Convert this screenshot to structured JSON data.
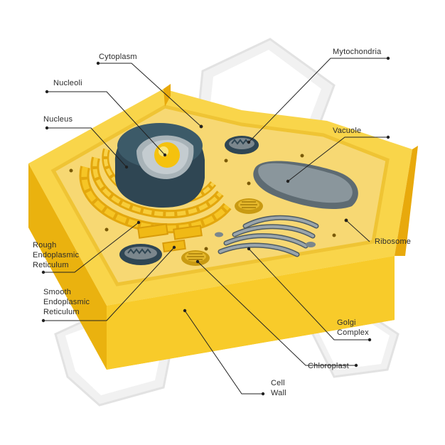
{
  "labels": {
    "cytoplasm": "Cytoplasm",
    "nucleoli": "Nucleoli",
    "nucleus": "Nucleus",
    "rough_er": [
      "Rough",
      "Endoplasmic",
      "Reticulum"
    ],
    "smooth_er": [
      "Smooth",
      "Endoplasmic",
      "Reticulum"
    ],
    "mitochondria": "Mytochondria",
    "vacuole": "Vacuole",
    "ribosome": "Ribosome",
    "golgi": [
      "Golgi",
      "Complex"
    ],
    "chloroplast": "Chloroplast",
    "cell_wall": [
      "Cell",
      "Wall"
    ]
  },
  "colors": {
    "wall_light": "#f9d54a",
    "wall_mid": "#f6c21a",
    "wall_dark": "#e8a90c",
    "cytoplasm": "#f7d873",
    "nucleus_dark": "#34505e",
    "nucleus_gray": "#a8b3b8",
    "nucleolus": "#f5c20e",
    "organelle_gray": "#7b878d",
    "neighbor_cell": "#eeeeee"
  }
}
